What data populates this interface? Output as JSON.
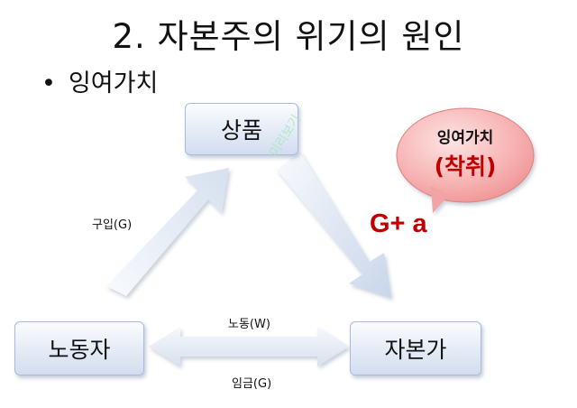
{
  "slide": {
    "title": "2. 자본주의 위기의 원인",
    "bullet": "잉여가치"
  },
  "nodes": {
    "product": "상품",
    "worker": "노동자",
    "capitalist": "자본가"
  },
  "edges": {
    "purchase": "구입(G)",
    "labor": "노동(W)",
    "wage": "임금(G)"
  },
  "callout": {
    "line1": "잉여가치",
    "line2": "(착취)"
  },
  "formula": "G+ a",
  "watermark": "미리보기",
  "colors": {
    "accent_red": "#c00000",
    "bubble_fill": "#f6b0b0",
    "box_fill": "#dce5f3"
  }
}
